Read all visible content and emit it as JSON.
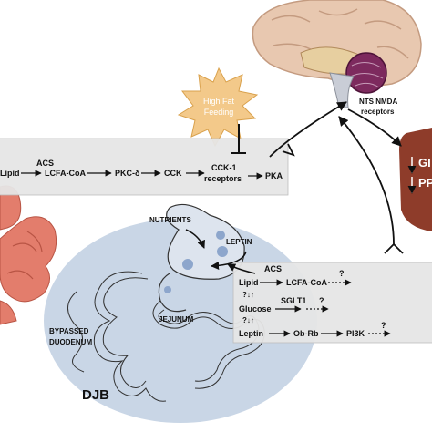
{
  "labels": {
    "brain": "NTS NMDA receptors",
    "brain_line1": "NTS NMDA",
    "brain_line2": "receptors",
    "stress_line1": "High Fat",
    "stress_line2": "Feeding",
    "liver_line1": "GI",
    "liver_line2": "PP",
    "djb": "DJB",
    "nutrients": "NUTRIENTS",
    "leptin_gut": "LEPTIN",
    "jejunum": "JEJUNUM",
    "bypassed1": "BYPASSED",
    "bypassed2": "DUODENUM"
  },
  "upper_pathway": {
    "acs": "ACS",
    "lipid": "Lipid",
    "lcfa": "LCFA-CoA",
    "pkc": "PKC-δ",
    "cck": "CCK",
    "cck1_line1": "CCK-1",
    "cck1_line2": "receptors",
    "pka": "PKA"
  },
  "lower_pathway": {
    "acs": "ACS",
    "lipid": "Lipid",
    "lcfa": "LCFA-CoA",
    "q1": "?",
    "glucose": "Glucose",
    "sglt1": "SGLT1",
    "q2": "?",
    "leptin": "Leptin",
    "obrb": "Ob-Rb",
    "pi3k": "PI3K",
    "q3": "?"
  },
  "colors": {
    "panel": "#e6e6e6",
    "djb_oval": "#c9d6e6",
    "starburst": "#f3c98a",
    "liver": "#8e3c2a",
    "intestine": "#e37d6c"
  }
}
